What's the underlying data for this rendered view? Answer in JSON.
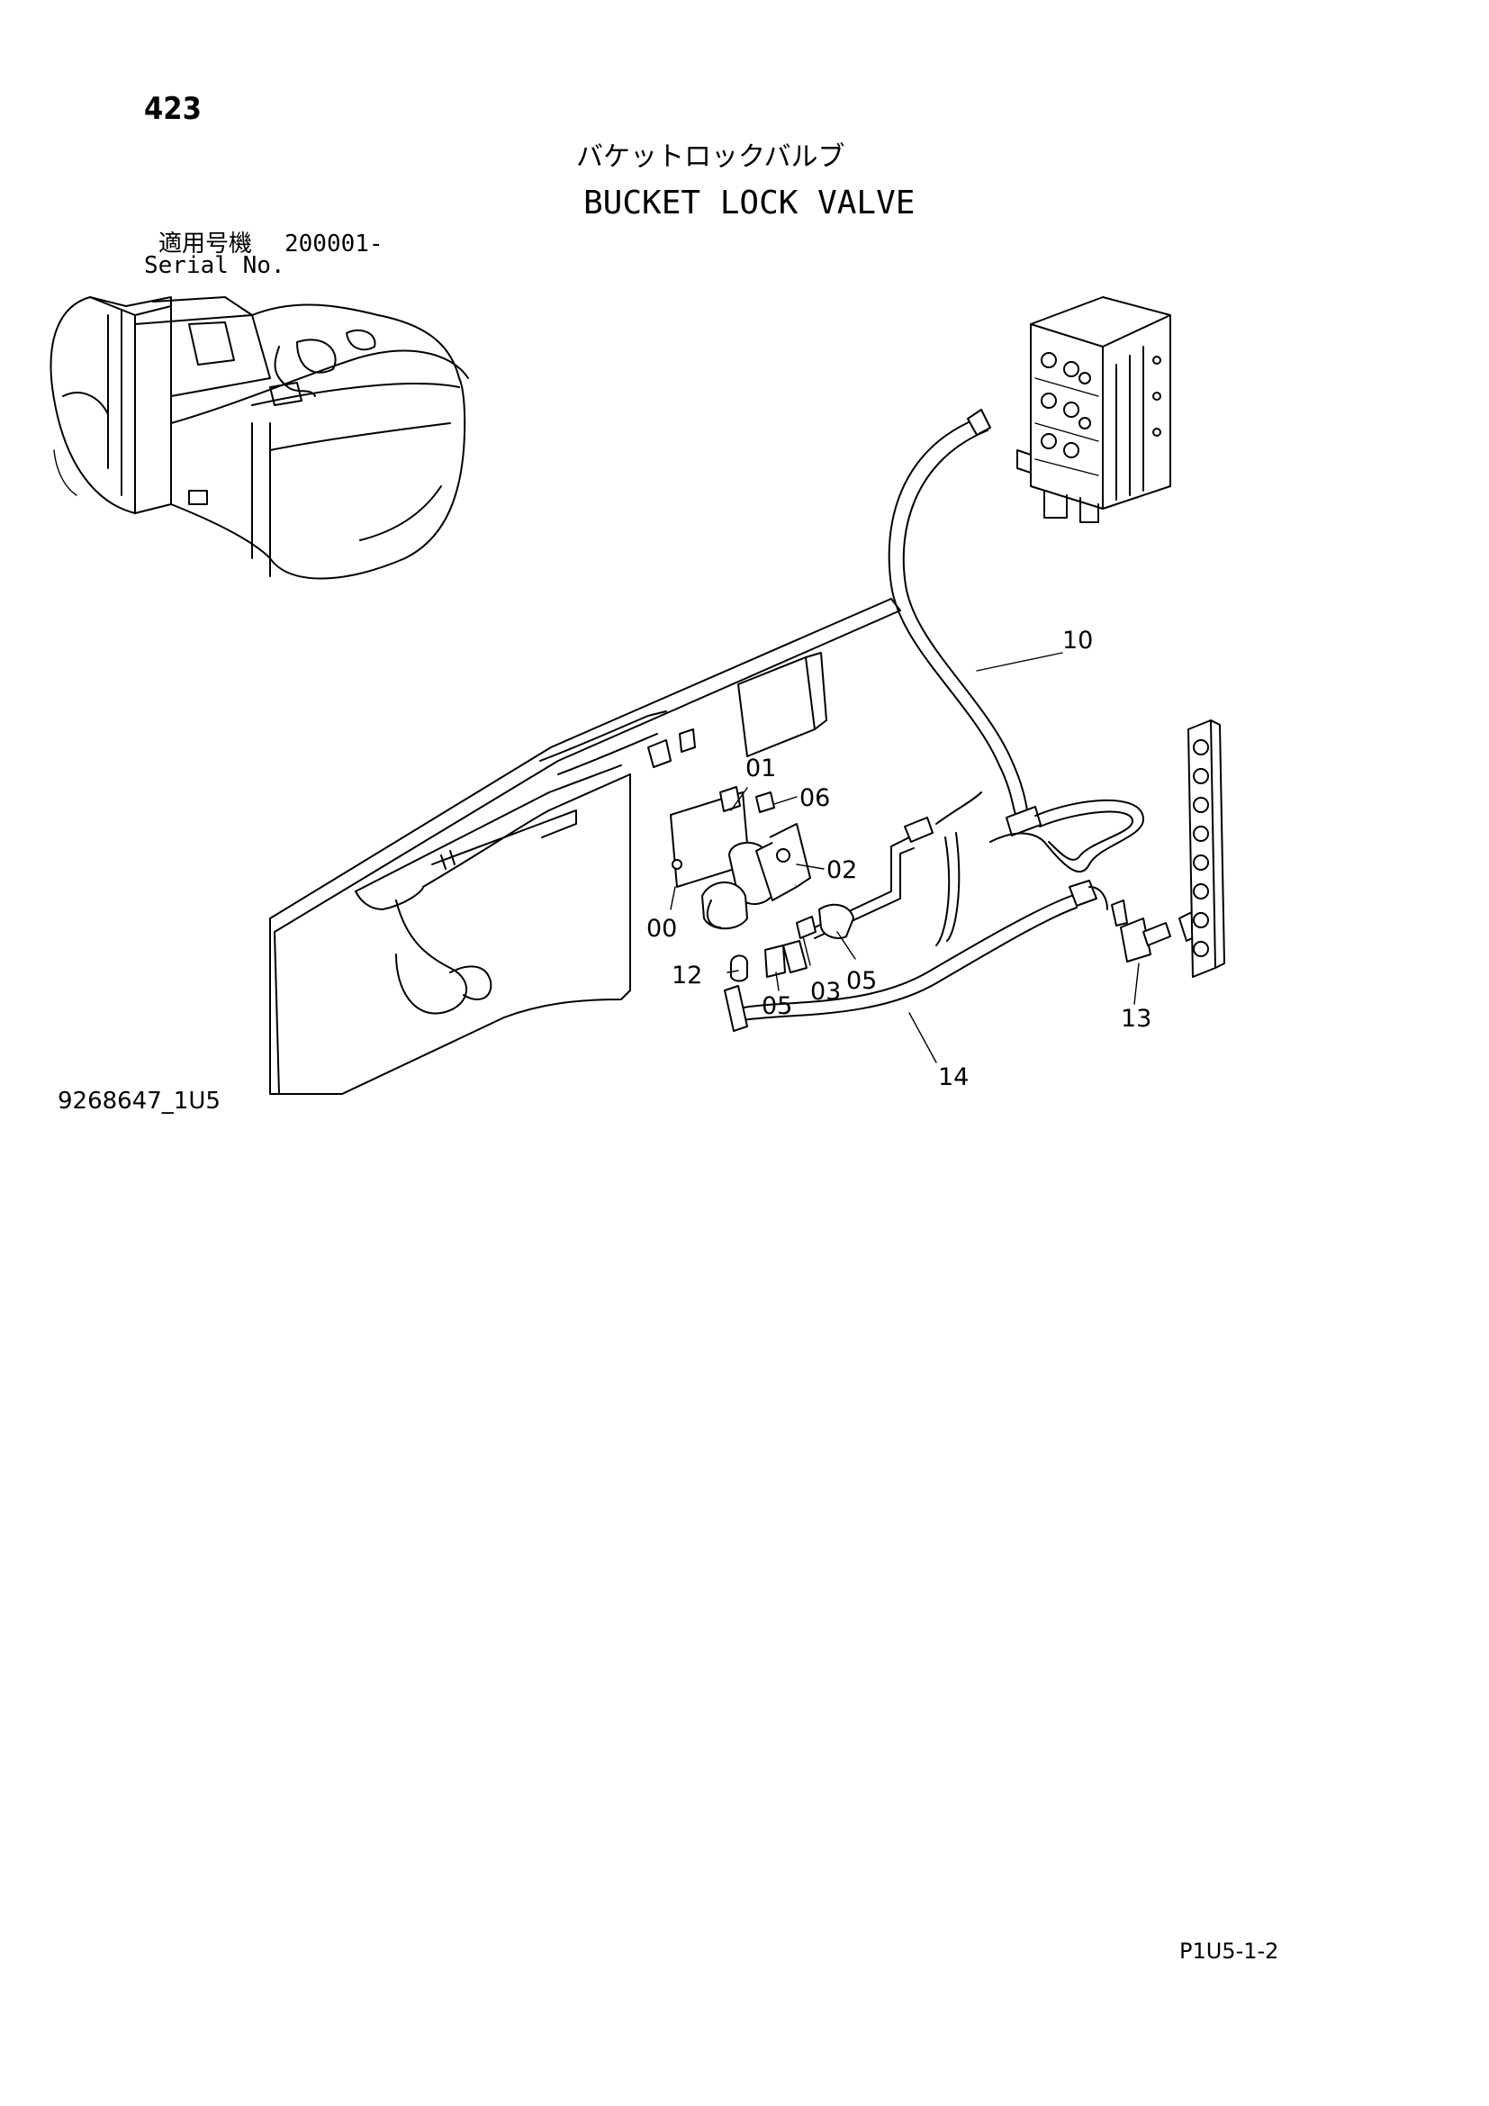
{
  "page": {
    "number": "423",
    "title_jp": "バケットロックバルブ",
    "title_en": "BUCKET LOCK VALVE",
    "serial_label_jp": "適用号機",
    "serial_number": "200001-",
    "serial_label_en": "Serial No.",
    "drawing_code": "9268647_1U5",
    "page_code": "P1U5-1-2"
  },
  "callouts": [
    {
      "id": "01",
      "label": "01"
    },
    {
      "id": "06",
      "label": "06"
    },
    {
      "id": "02",
      "label": "02"
    },
    {
      "id": "00",
      "label": "00"
    },
    {
      "id": "05a",
      "label": "05"
    },
    {
      "id": "12",
      "label": "12"
    },
    {
      "id": "03",
      "label": "03"
    },
    {
      "id": "05b",
      "label": "05"
    },
    {
      "id": "13",
      "label": "13"
    },
    {
      "id": "14",
      "label": "14"
    },
    {
      "id": "10",
      "label": "10"
    }
  ]
}
